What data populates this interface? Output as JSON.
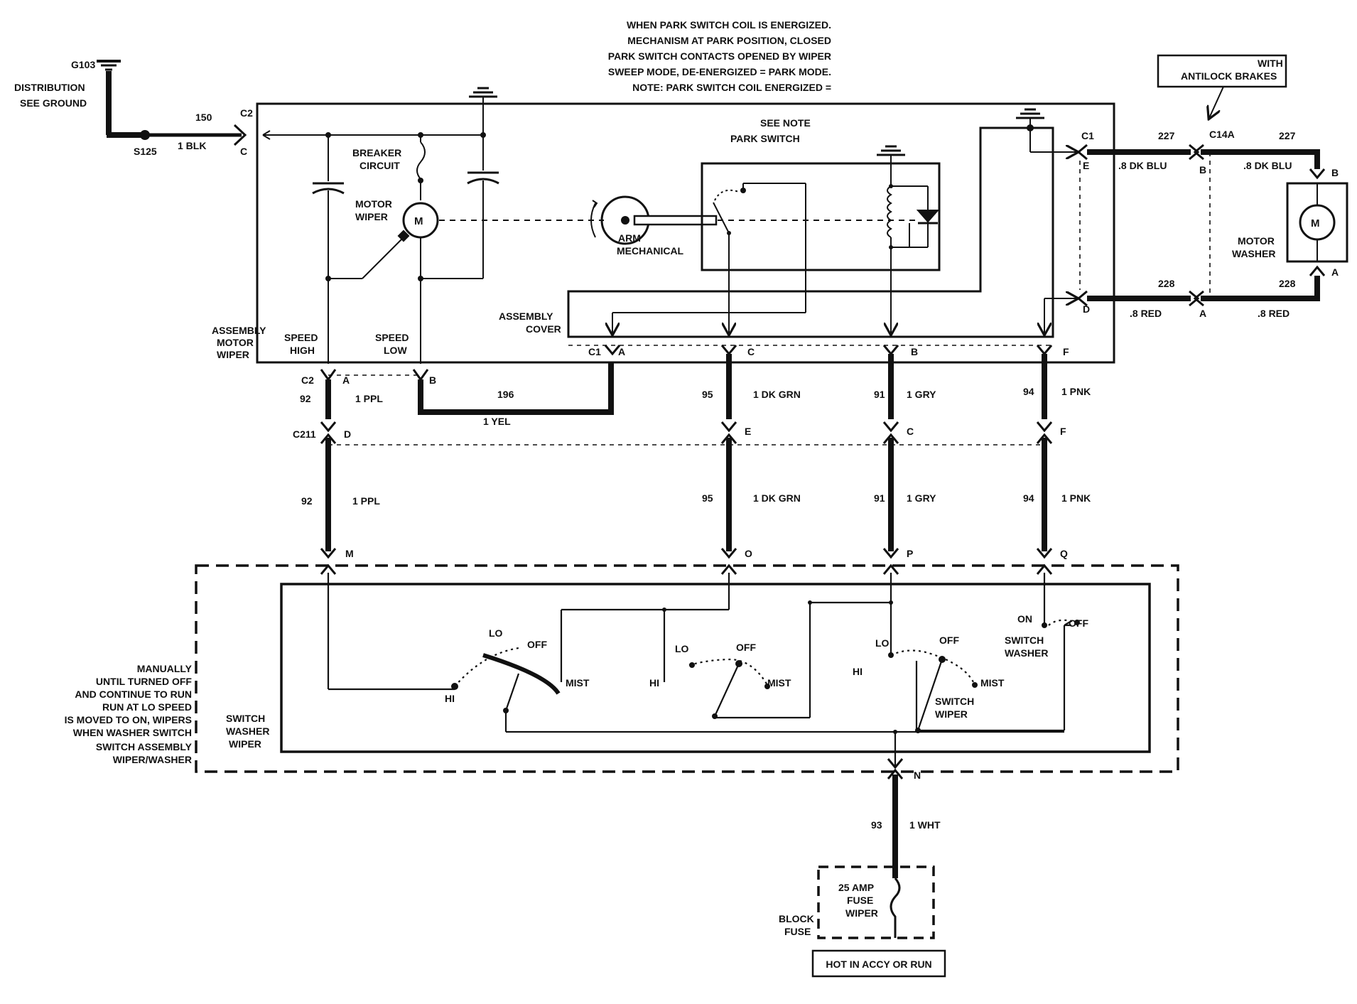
{
  "note": {
    "lines": [
      "NOTE: PARK SWITCH COIL ENERGIZED =",
      "SWEEP MODE, DE-ENERGIZED = PARK MODE.",
      "PARK SWITCH CONTACTS OPENED BY WIPER",
      "MECHANISM AT PARK POSITION, CLOSED",
      "WHEN PARK SWITCH COIL IS ENERGIZED."
    ]
  },
  "ground": {
    "see_ground": "SEE GROUND",
    "distribution": "DISTRIBUTION",
    "g103": "G103",
    "s125": "S125",
    "wire_blk": "1 BLK",
    "circuit_150": "150",
    "pin_c": "C",
    "conn_c2_top": "C2"
  },
  "antilock": {
    "line1": "WITH",
    "line2": "ANTILOCK BRAKES"
  },
  "motor_assembly": {
    "title_lines": [
      "WIPER",
      "MOTOR",
      "ASSEMBLY"
    ],
    "high_speed": [
      "HIGH",
      "SPEED"
    ],
    "low_speed": [
      "LOW",
      "SPEED"
    ],
    "circuit_breaker": [
      "CIRCUIT",
      "BREAKER"
    ],
    "wiper_motor": [
      "WIPER",
      "MOTOR"
    ],
    "motor_symbol": "M",
    "mechanical_arm": [
      "MECHANICAL",
      "ARM"
    ],
    "park_switch": [
      "PARK SWITCH",
      "SEE NOTE"
    ],
    "cover_assembly": [
      "COVER",
      "ASSEMBLY"
    ]
  },
  "washer_motor": {
    "title_lines": [
      "WASHER",
      "MOTOR"
    ],
    "motor_symbol": "M",
    "pin_b": "B",
    "pin_a": "A"
  },
  "connectors": {
    "c1_left": "C1",
    "c1_right": "C1",
    "c14a": "C14A",
    "c2_left": "C2",
    "c211": "C211",
    "pin_a": "A",
    "pin_b": "B",
    "pin_c": "C",
    "pin_d": "D",
    "pin_e": "E",
    "pin_f": "F",
    "pin_m": "M",
    "pin_o": "O",
    "pin_p": "P",
    "pin_q": "Q",
    "pin_n": "N"
  },
  "wires": {
    "w227_a": ".8 DK BLU",
    "c227": "227",
    "w228_a": ".8 RED",
    "c228": "228",
    "w92": "1 PPL",
    "c92": "92",
    "w196": "1 YEL",
    "c196": "196",
    "w95": "1 DK GRN",
    "c95": "95",
    "w91": "1 GRY",
    "c91": "91",
    "w94": "1 PNK",
    "c94": "94",
    "w93": "1 WHT",
    "c93": "93"
  },
  "switch_assembly": {
    "title_lines": [
      "WIPER/WASHER",
      "SWITCH ASSEMBLY"
    ],
    "note_lines": [
      "WHEN WASHER SWITCH",
      "IS MOVED TO ON, WIPERS",
      "RUN AT LO SPEED",
      "AND CONTINUE TO RUN",
      "UNTIL TURNED OFF",
      "MANUALLY"
    ],
    "wiper_washer_switch": [
      "WIPER",
      "WASHER",
      "SWITCH"
    ],
    "hi": "HI",
    "lo": "LO",
    "off": "OFF",
    "mist": "MIST",
    "on": "ON",
    "wiper_switch": [
      "WIPER",
      "SWITCH"
    ],
    "washer_switch": [
      "WASHER",
      "SWITCH"
    ]
  },
  "fuse": {
    "fuse_block": [
      "FUSE",
      "BLOCK"
    ],
    "wiper_fuse": [
      "WIPER",
      "FUSE",
      "25 AMP"
    ],
    "hot": "HOT IN ACCY OR RUN"
  }
}
